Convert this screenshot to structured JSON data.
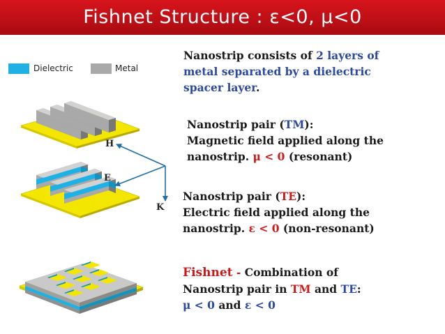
{
  "slide": {
    "title": "Fishnet Structure :  ε<0, μ<0"
  },
  "legend": {
    "dielectric_label": "Dielectric",
    "metal_label": "Metal",
    "dielectric_color": "#1fb1e6",
    "metal_color": "#a9a9a9"
  },
  "colors": {
    "title_bar": "#c8131b",
    "accent_blue": "#2b4aa0",
    "accent_red": "#cc1a1a",
    "substrate_yellow": "#f3e600"
  },
  "axes": {
    "h_label": "H",
    "e_label": "E",
    "k_label": "K"
  },
  "text": {
    "b1": {
      "l1_a": "Nanostrip consists of ",
      "l1_b": "2 layers of",
      "l2": "metal separated by  a dielectric",
      "l3_a": "spacer layer",
      "l3_b": "."
    },
    "b2": {
      "l1_a": "Nanostrip pair (",
      "l1_b": "TM",
      "l1_c": "):",
      "l2": "Magnetic field applied along the",
      "l3_a": "nanostrip.  ",
      "l3_b": "μ < 0",
      "l3_c": " (resonant)"
    },
    "b3": {
      "l1_a": "Nanostrip pair (",
      "l1_b": "TE",
      "l1_c": "):",
      "l2": "Electric field applied along the",
      "l3_a": "nanostrip. ",
      "l3_b": "ε < 0",
      "l3_c": " (non-resonant)"
    },
    "b4": {
      "l1_a": "Fishnet",
      "l1_b": " - ",
      "l1_c": "Combination of",
      "l2_a": "Nanostrip pair in ",
      "l2_b": "TM",
      "l2_c": " and ",
      "l2_d": "TE",
      "l2_e": ":",
      "l3_a": "μ < 0",
      "l3_b": "  and ",
      "l3_c": "ε < 0"
    }
  }
}
